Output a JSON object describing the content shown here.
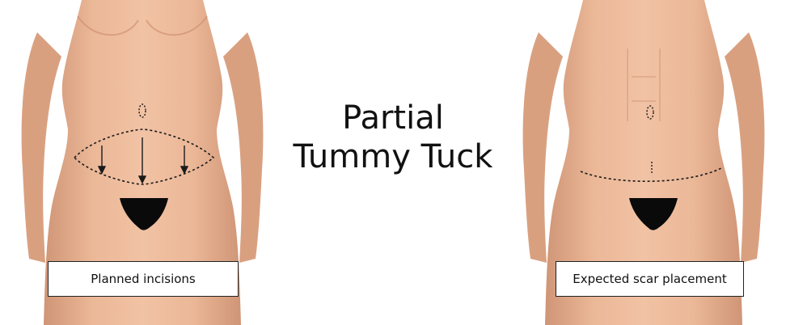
{
  "title": {
    "line1": "Partial",
    "line2": "Tummy Tuck"
  },
  "left_panel": {
    "caption": "Planned incisions"
  },
  "right_panel": {
    "caption": "Expected scar placement"
  },
  "colors": {
    "skin": "#e9b596",
    "skin_shadow": "#c98c6d",
    "underwear": "#0a0a0a",
    "marking": "#1a1a1a"
  }
}
